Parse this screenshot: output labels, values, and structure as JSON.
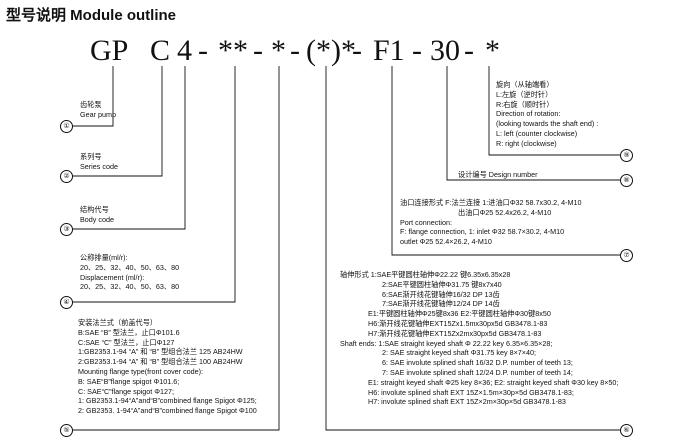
{
  "header": {
    "title": "型号说明 Module outline"
  },
  "code_parts": [
    "GP",
    "C",
    "4",
    "-",
    "**",
    "-",
    "*",
    "-",
    "(*)*",
    "-",
    "F1",
    "-",
    "30",
    "-",
    "*"
  ],
  "blocks": {
    "b1": [
      "齿轮泵",
      "Gear pump"
    ],
    "b2": [
      "系列号",
      "Series code"
    ],
    "b3": [
      "结构代号",
      "Body code"
    ],
    "b4": [
      "公称排量(ml/r):",
      "20、25、32、40、50、63、80",
      "Displacement (ml/r):",
      "20、25、32、40、50、63、80"
    ],
    "b5": [
      "安装法兰式（前盖代号）",
      "B:SAE “B” 型法兰，止口Φ101.6",
      "C:SAE “C” 型法兰，止口Φ127",
      "1:GB2353.1-94 “A” 和 “B” 型组合法兰   125 AB24HW",
      "2:GB2353.1-94 “A” 和 “B” 型组合法兰   100 AB24HW",
      "Mounting flange type(front cover code):",
      "B: SAE“B”flange spigot Φ101.6;",
      "C: SAE“C”flange spigot Φ127;",
      "1: GB2353.1-94“A”and“B”combined flange Spigot Φ125;",
      "2: GB2353. 1-94“A”and“B”combined flange Spigot Φ100"
    ],
    "b6": [
      "轴伸形式  1:SAE平键圆柱轴伸Φ22.22   键6.35x6.35x28",
      "2:SAE平键圆柱轴伸Φ31.75   键8x7x40",
      "6:SAE渐开线花键轴伸16/32 DP 13齿",
      "7:SAE渐开线花键轴伸12/24 DP 14齿",
      "E1:平键圆柱轴伸Φ25键8x36      E2:平键圆柱轴伸Φ30键8x50",
      "H6:渐开线花键轴伸EXT15Zx1.5mx30px5d  GB3478.1-83",
      "H7:渐开线花键轴伸EXT15Zx2mx30px5d  GB3478.1-83",
      "Shaft ends: 1:SAE straight keyed shaft Φ 22.22 key 6.35×6.35×28;",
      "2: SAE straight keyed shaft Φ31.75 key 8×7×40;",
      "6: SAE involute splined shaft 16/32 D.P. number of teeth 13;",
      "7: SAE involute splined shaft 12/24 D.P. number of teeth 14;",
      "E1: straight keyed shaft Φ25 key 8×36; E2: straight keyed shaft Φ30 key 8×50;",
      "H6: involute splined shaft EXT 15Z×1.5m×30p×5d  GB3478.1-83;",
      "H7: involute splined shaft EXT 15Z×2m×30p×5d  GB3478.1-83"
    ],
    "b7": [
      "油口连接形式   F:法兰连接 1:进油口Φ32   58.7x30.2, 4-M10",
      "出油口Φ25   52.4x26.2, 4-M10",
      "Port connection:",
      "F: flange connection, 1: inlet Φ32 58.7×30.2, 4-M10",
      "outlet Φ25 52.4×26.2, 4-M10"
    ],
    "b8": [
      "设计编号   Design number"
    ],
    "b9": [
      "旋向（从轴端看）",
      "L:左旋（逆时针）",
      "R:右旋（顺时针）",
      "Direction of rotation:",
      "(looking towards the shaft end) :",
      "L: left (counter clockwise)",
      "R: right (clockwise)"
    ]
  },
  "markers": [
    "①",
    "②",
    "③",
    "④",
    "⑤",
    "⑥",
    "⑦",
    "⑧",
    "⑨"
  ]
}
